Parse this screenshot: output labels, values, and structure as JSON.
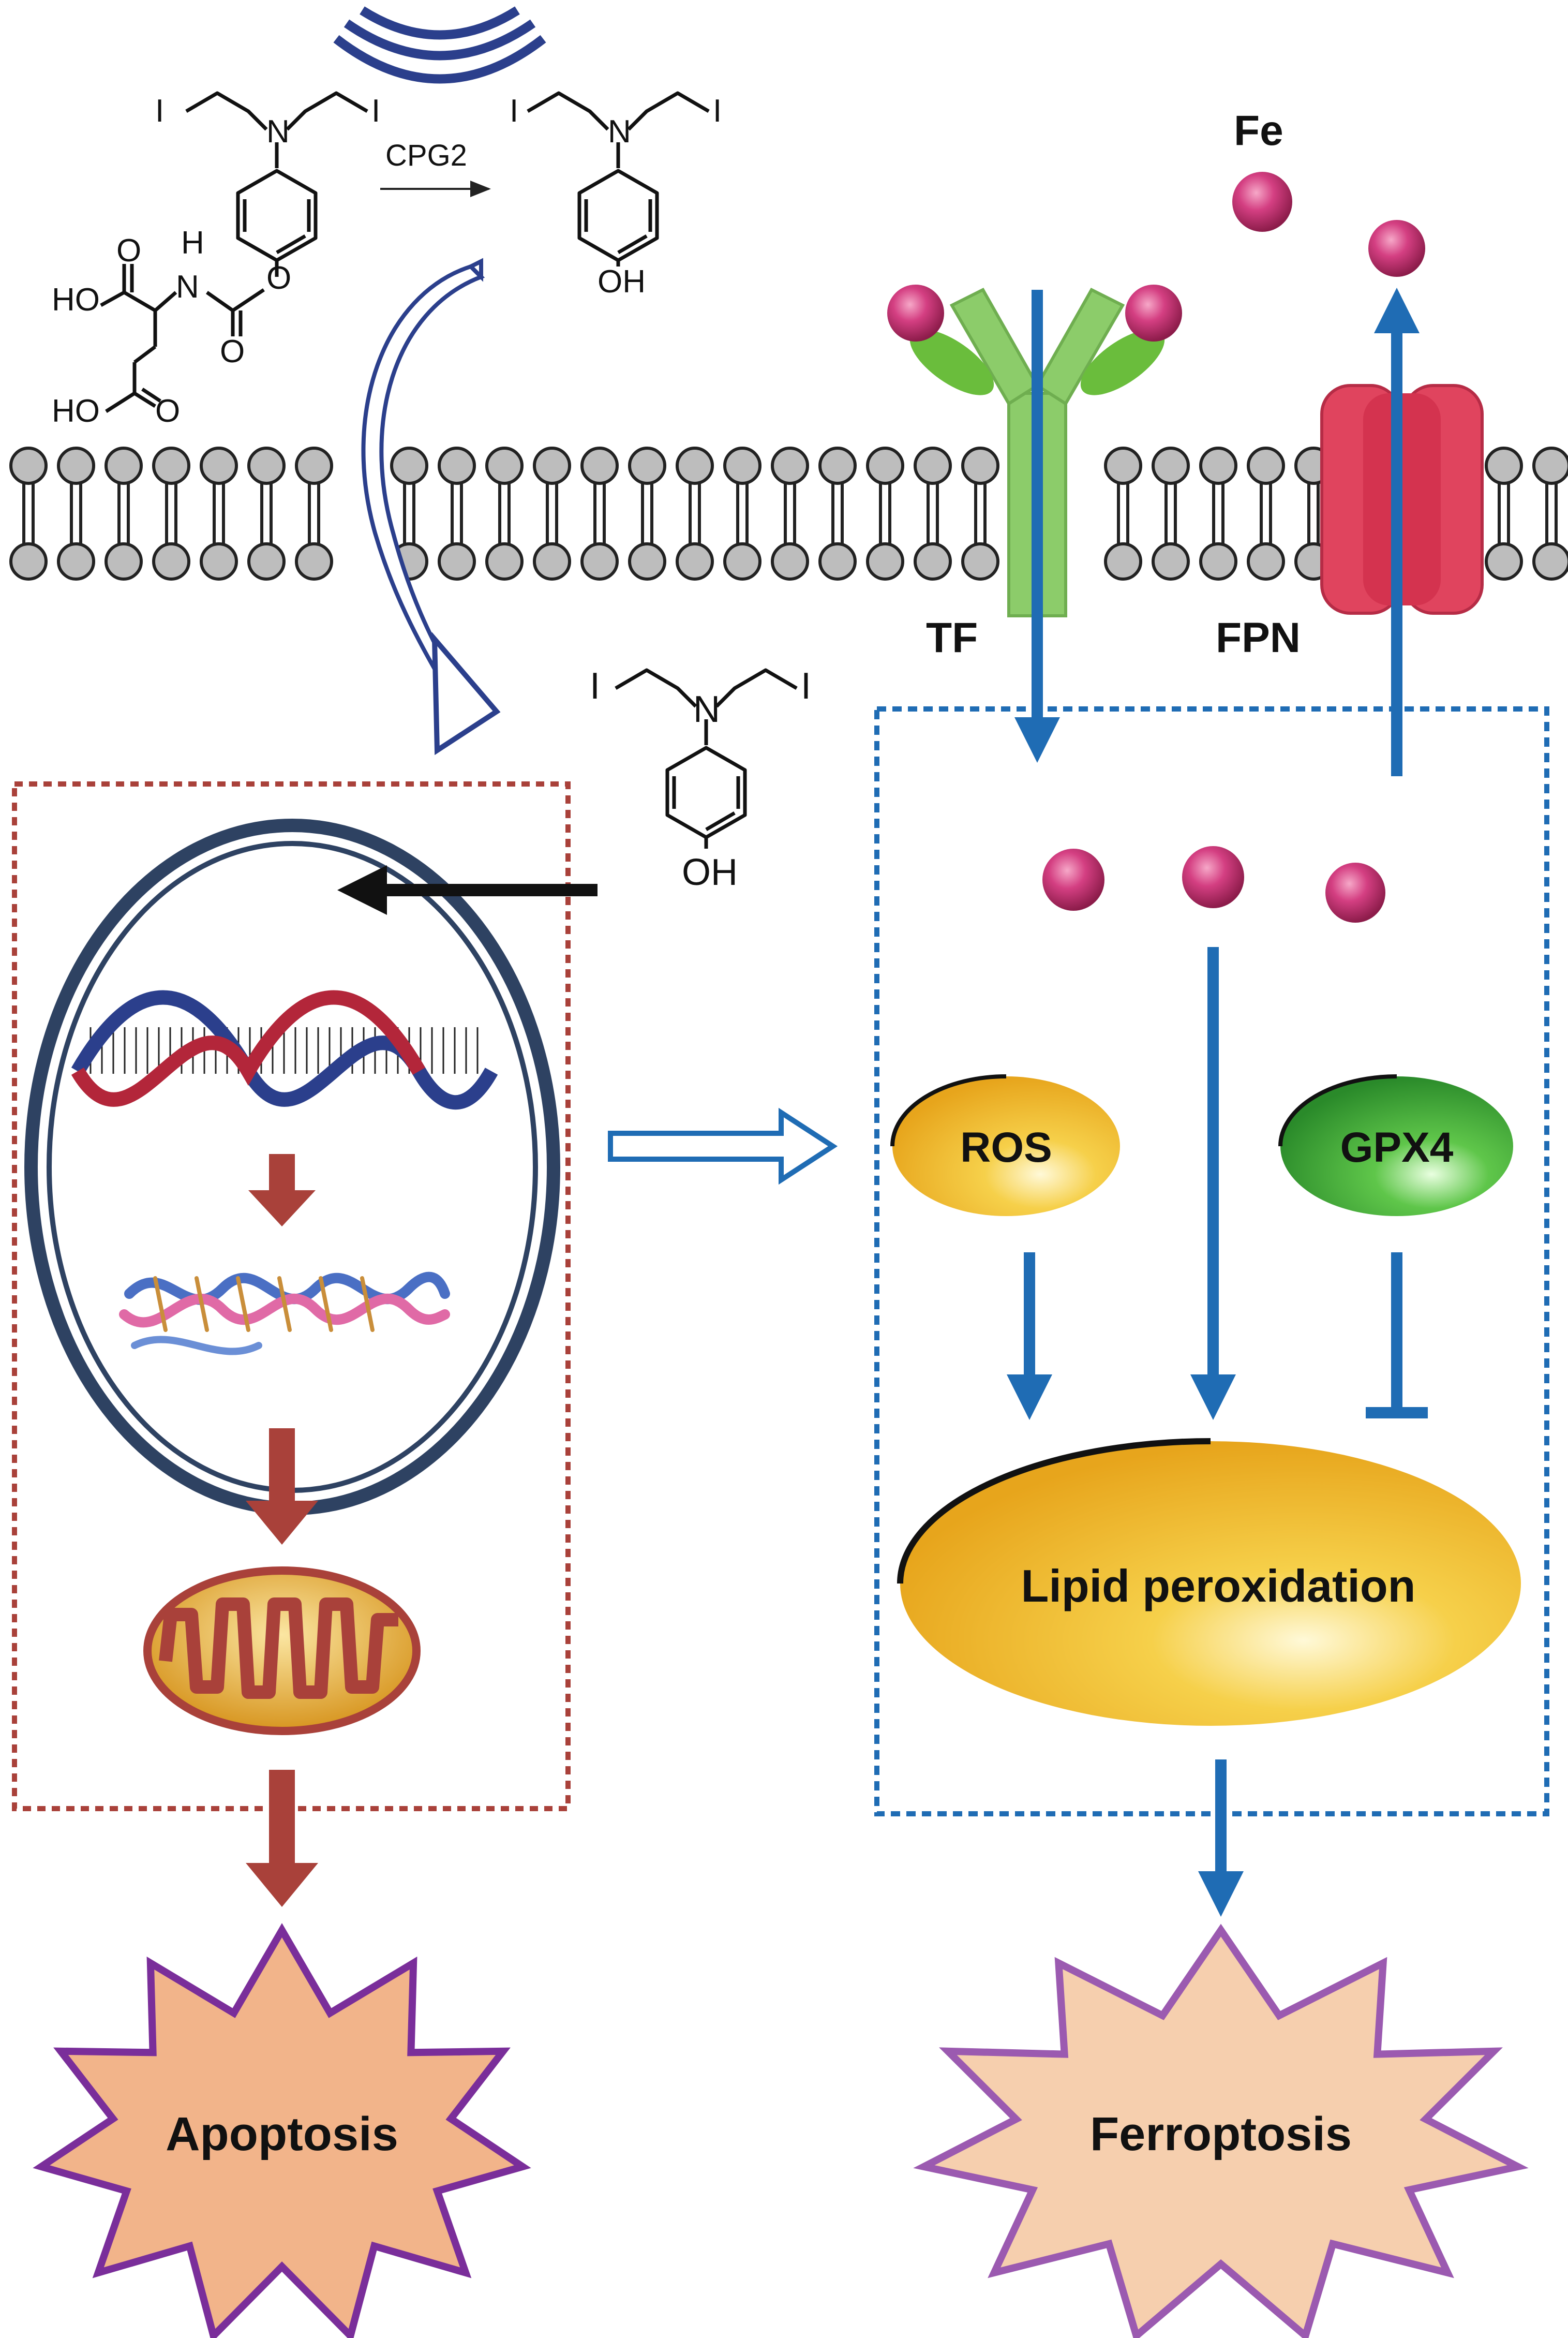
{
  "labels": {
    "cpg2": "CPG2",
    "fe": "Fe",
    "tf": "TF",
    "fpn": "FPN",
    "ros": "ROS",
    "gpx4": "GPX4",
    "lipid": "Lipid peroxidation",
    "apoptosis": "Apoptosis",
    "ferroptosis": "Ferroptosis"
  },
  "chem": {
    "iodine": "I",
    "nitrogen": "N",
    "oxygen": "O",
    "hydroxyl": "OH",
    "acid": "HO",
    "amine_h": "H",
    "amine_n": "N"
  },
  "colors": {
    "blue_arrow": "#1f6cb4",
    "brown_arrow": "#a9413a",
    "dna_red": "#b3263a",
    "dna_blue": "#2b3f8c",
    "membrane_head": "#bdbdbd",
    "tf_green": "#8ccc6a",
    "fpn_red": "#e0445e",
    "iron": "#c0306a",
    "ros_yellow": "#efb624",
    "gpx4_green": "#39a33a",
    "apoptosis_star": "#f2b48a",
    "ferroptosis_star": "#f6cfae",
    "star_outline": "#7a2e9a"
  }
}
